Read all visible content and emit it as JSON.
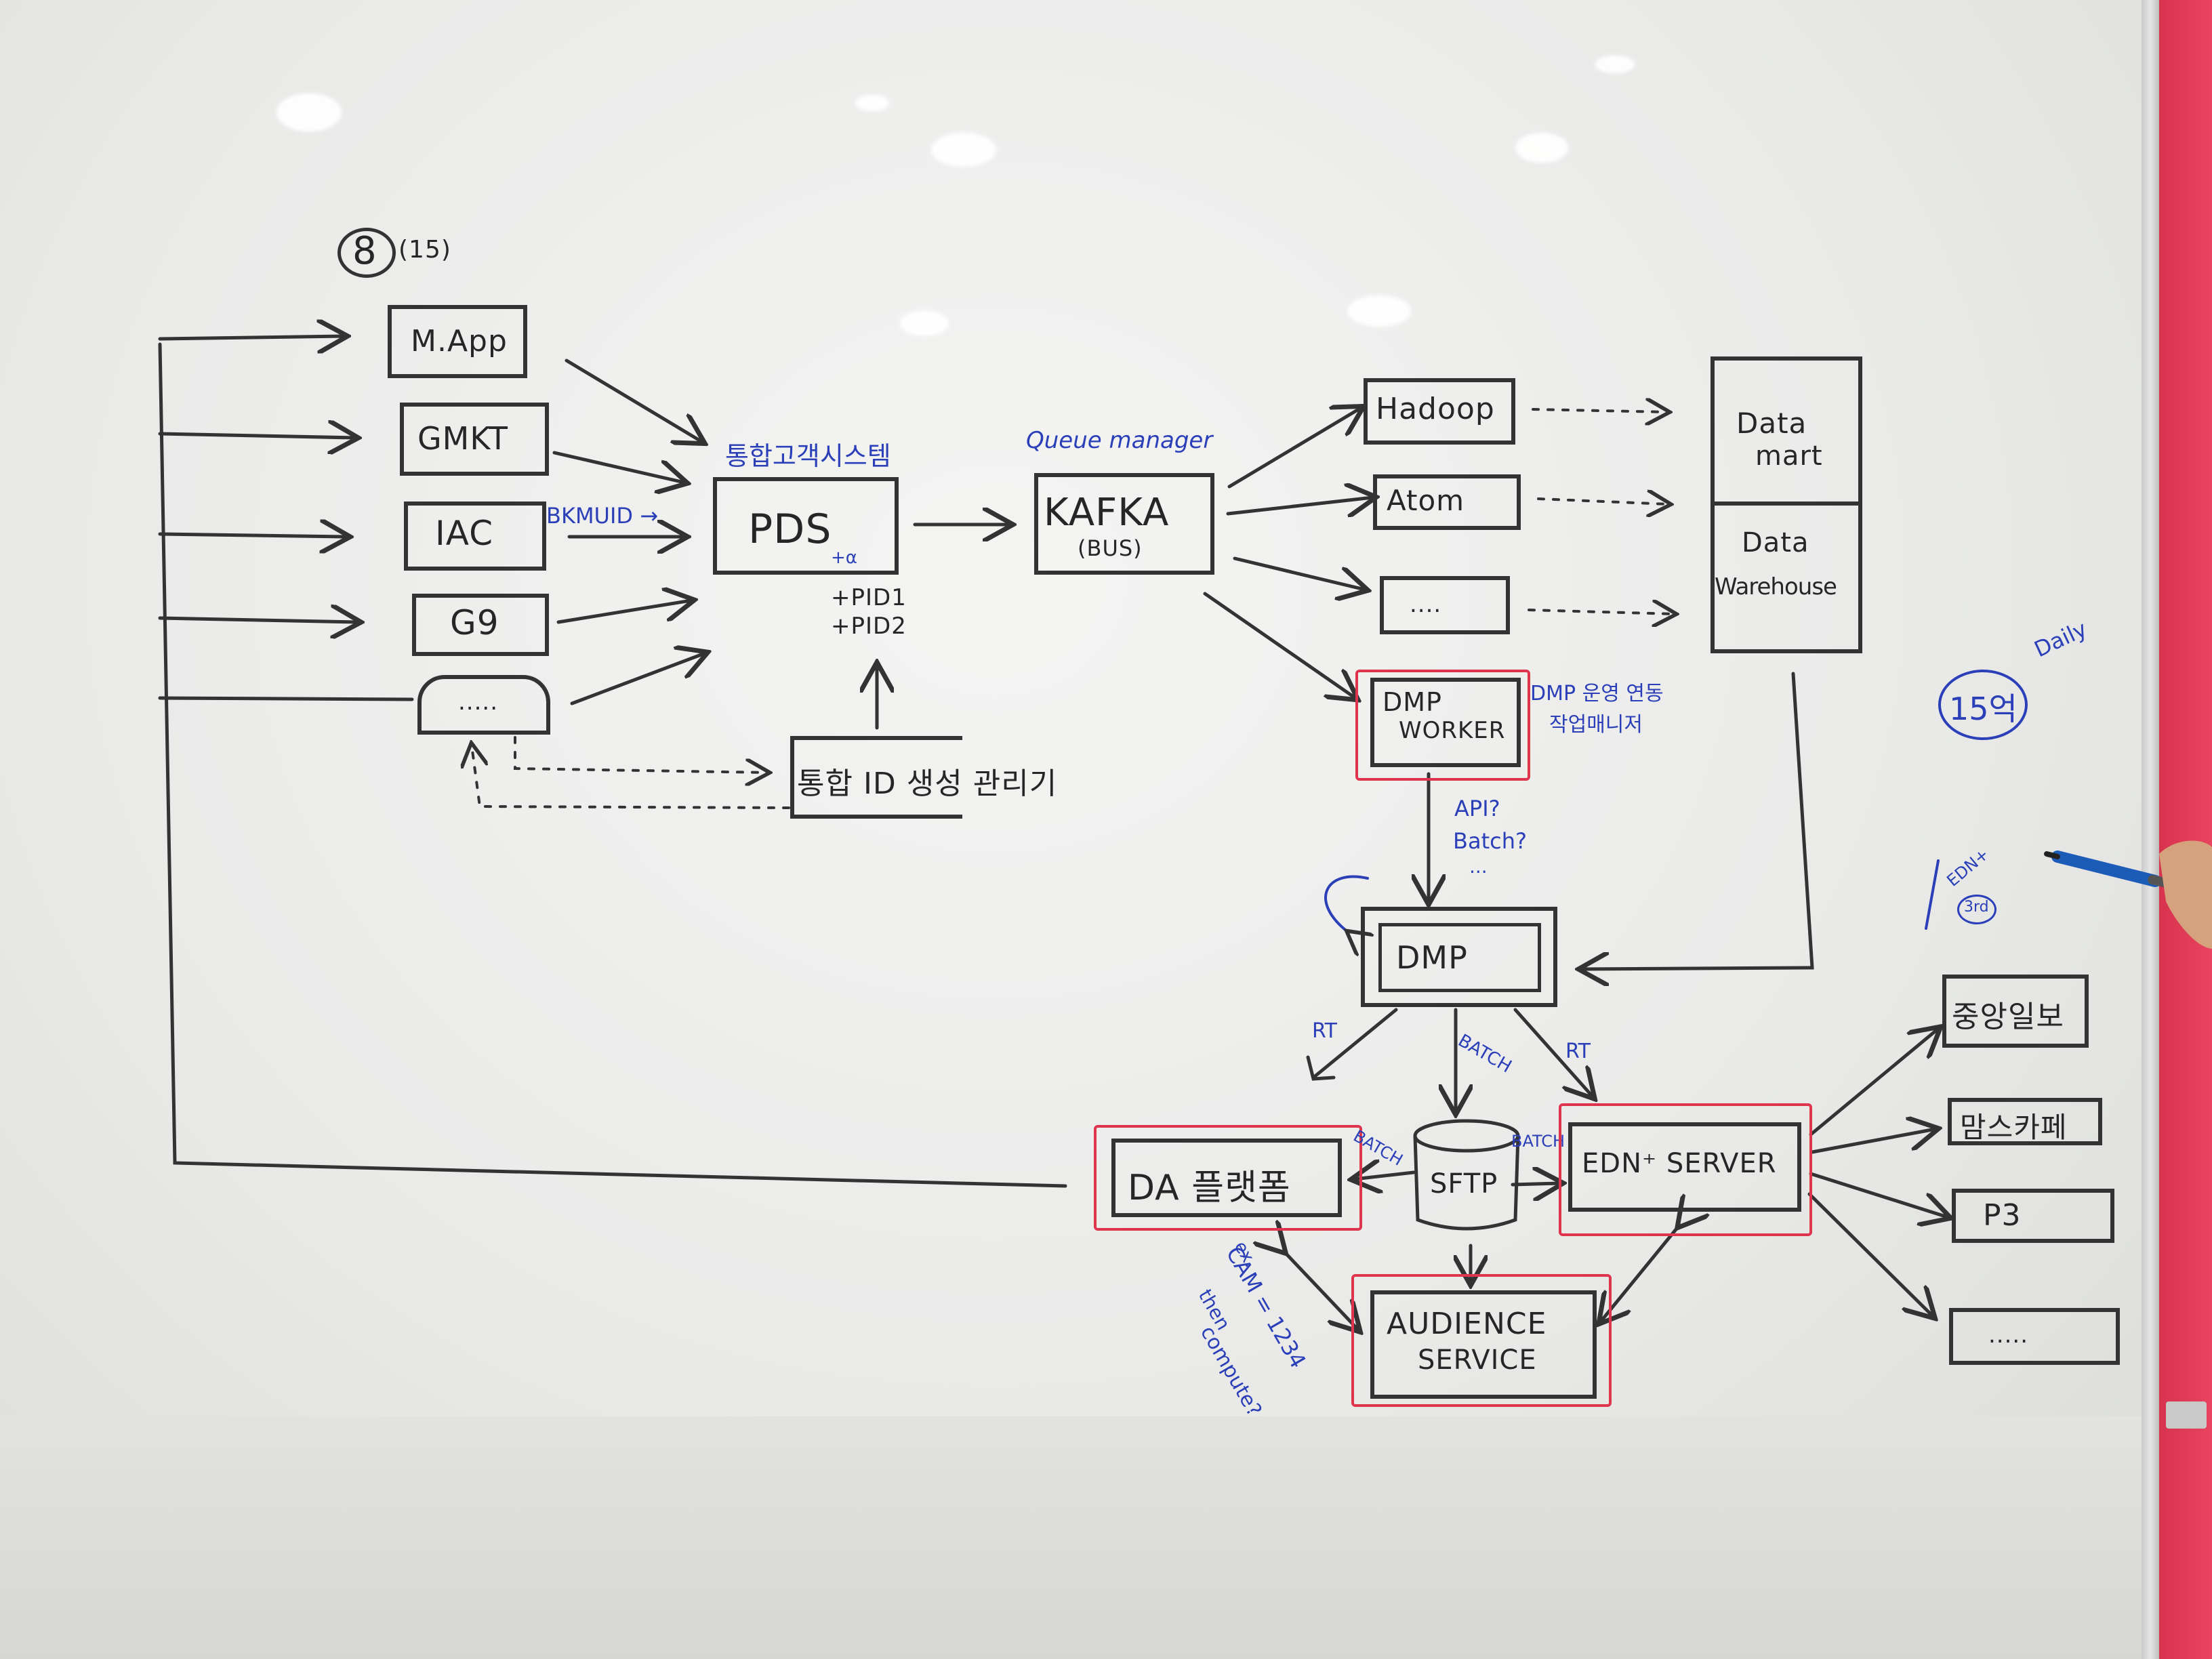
{
  "corner_mark": {
    "number": "8",
    "note": "(15)"
  },
  "sources": {
    "app": "M.App",
    "gmkt": "GMKT",
    "iac": "IAC",
    "g9": "G9",
    "more": "....."
  },
  "blue_notes": {
    "pds_top": "통합고객시스템",
    "pds_left": "BKMUID →",
    "pds_sub": "+α",
    "kafka_top": "Queue manager",
    "dmp_worker_note_1": "DMP 운영 연동",
    "dmp_worker_note_2": "작업매니저",
    "api_1": "API?",
    "api_2": "Batch?",
    "api_3": "...",
    "daily": "Daily",
    "count": "15억",
    "edn_small": "EDN+",
    "edn_small_circle": "3rd",
    "rt_left": "RT",
    "batch_mid": "BATCH",
    "rt_right": "RT",
    "batch_left": "BATCH",
    "batch_right": "BATCH",
    "da_note": [
      "ex.",
      "CAM = 1234",
      "then",
      "compute?"
    ]
  },
  "pds": {
    "label": "PDS",
    "pid1": "+PID1",
    "pid2": "+PID2"
  },
  "id_manager": {
    "label": "통합 ID 생성 관리기"
  },
  "kafka": {
    "label": "KAFKA",
    "sub": "(BUS)"
  },
  "consumers": {
    "hadoop": "Hadoop",
    "atom": "Atom",
    "more": "....",
    "dmp_worker_1": "DMP",
    "dmp_worker_2": "WORKER"
  },
  "warehouse": {
    "top_1": "Data",
    "top_2": "mart",
    "bottom_1": "Data",
    "bottom_2": "Warehouse"
  },
  "dmp": {
    "label": "DMP"
  },
  "da": {
    "label": "DA 플랫폼"
  },
  "sftp": {
    "label": "SFTP"
  },
  "edn": {
    "label": "EDN⁺ SERVER"
  },
  "audience": {
    "line1": "AUDIENCE",
    "line2": "SERVICE"
  },
  "outputs": {
    "joongang": "중앙일보",
    "third": "맘스카페",
    "p3": "P3",
    "more": "....."
  }
}
